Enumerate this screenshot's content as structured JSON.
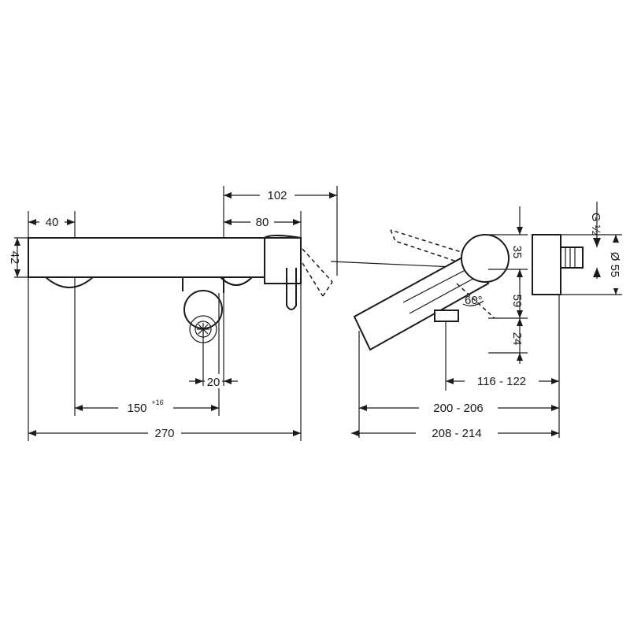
{
  "dimensions": {
    "d40": "40",
    "d42": "42",
    "d102": "102",
    "d80": "80",
    "d20": "20",
    "d150": "150",
    "d150_tol": "+16",
    "d270": "270",
    "d35": "35",
    "d59": "59",
    "d24": "24",
    "d60deg": "60°",
    "d116_122": "116 - 122",
    "d200_206": "200 - 206",
    "d208_214": "208 - 214",
    "thread": "G ½",
    "d55": "Ø 55"
  }
}
